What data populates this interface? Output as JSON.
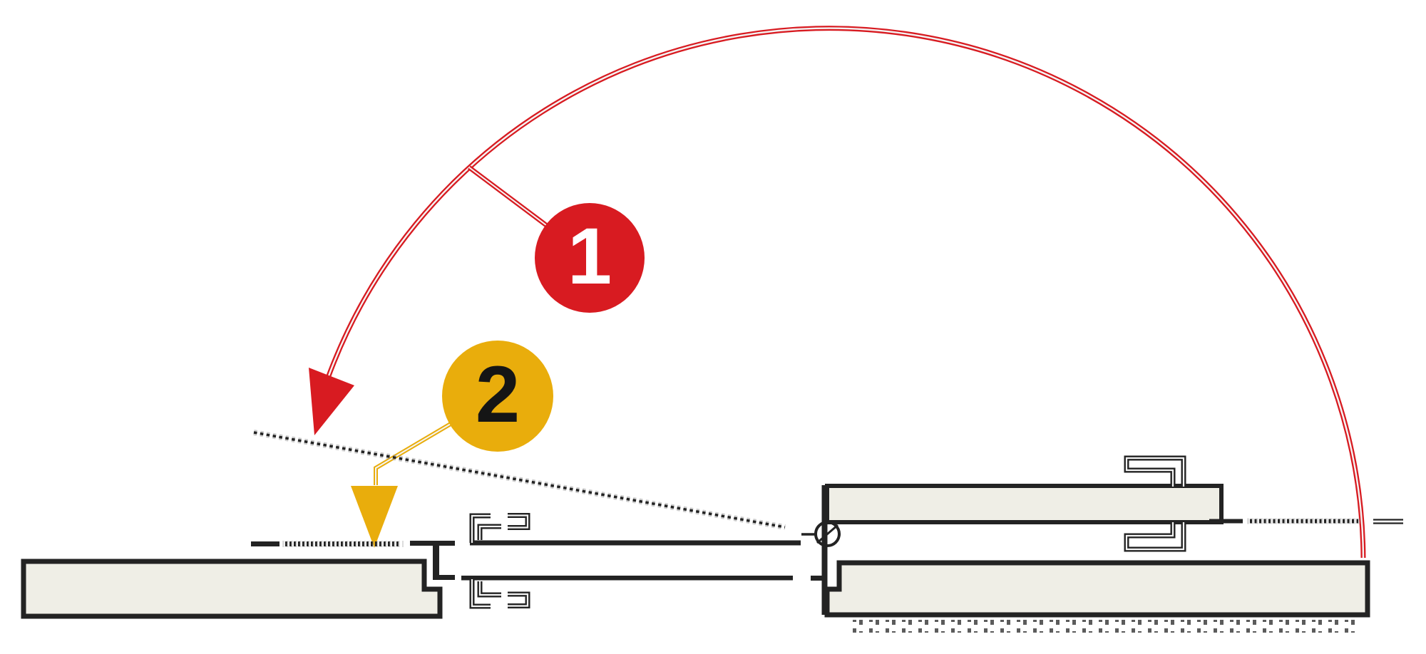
{
  "page": {
    "background": "#ffffff"
  },
  "diagram": {
    "kind": "door-sill-cross-section-with-swing-arc",
    "callouts": [
      {
        "number": "1",
        "marker_color": "#d81b21",
        "number_color": "#ffffff",
        "points_to": "door-swing-arc"
      },
      {
        "number": "2",
        "marker_color": "#e9ad0c",
        "number_color": "#151515",
        "points_to": "sill-contact-point"
      }
    ],
    "colors": {
      "page-bg": "#ffffff",
      "red": "#d81b21",
      "yellow": "#e9ad0c",
      "ink": "#232323",
      "ink-soft": "#8d8d8d",
      "panel-fill": "#efeee6",
      "core": "#f4f4f4",
      "hatch": "#3f3f3f"
    },
    "icons": [
      "swing-arc-arrowhead-icon",
      "down-arrow-icon",
      "hinge-pivot-icon"
    ]
  }
}
